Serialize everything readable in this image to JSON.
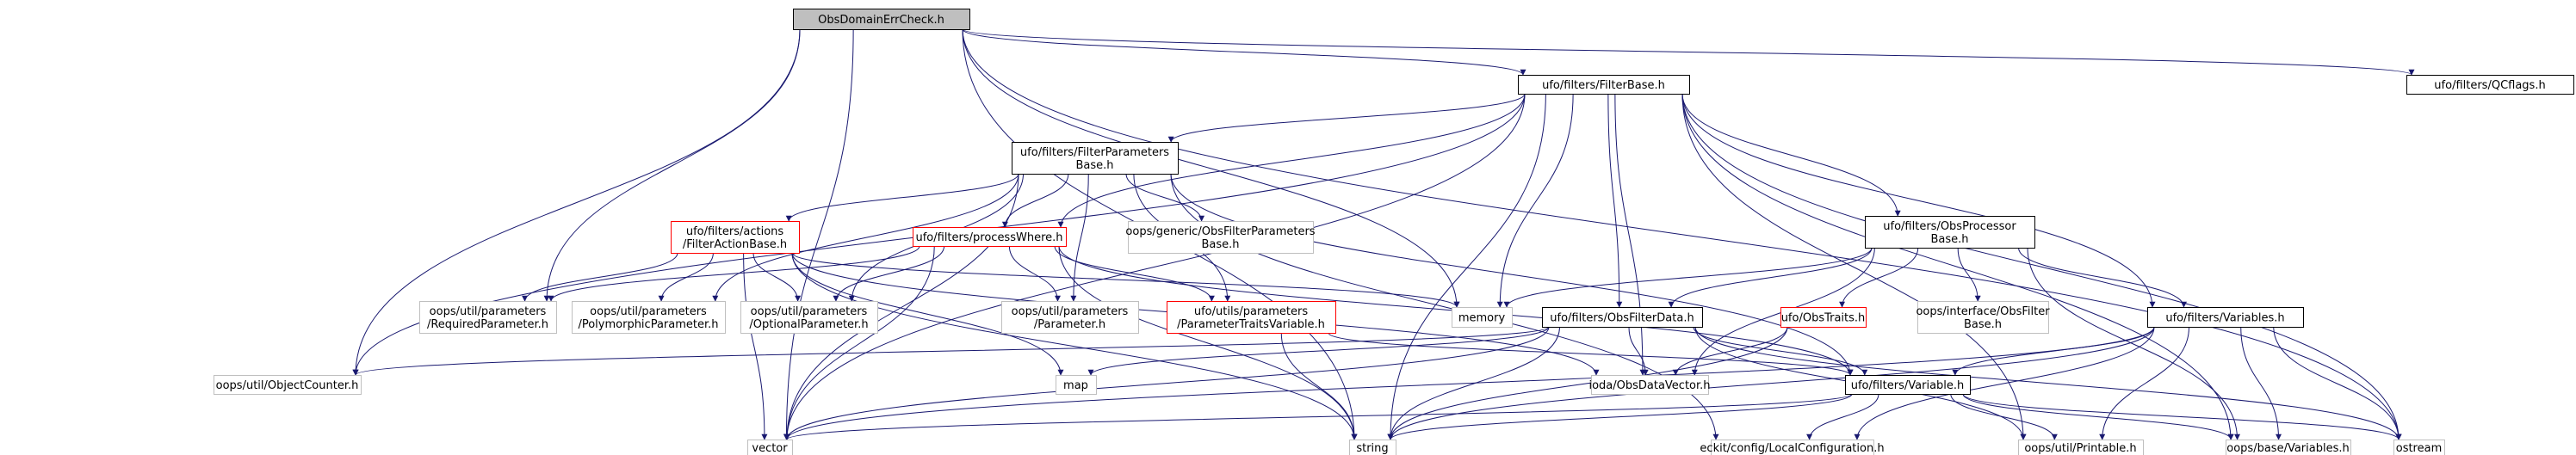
{
  "graph": {
    "colors": {
      "edge": "#191970",
      "root_fill": "#bfbfbf",
      "box_border": "#000000",
      "link_border_red": "#ff0000",
      "external_border": "#bfbfbf",
      "text": "#000000"
    },
    "nodes": {
      "root": {
        "lines": [
          "ObsDomainErrCheck.h"
        ],
        "kind": "root"
      },
      "filterbase": {
        "lines": [
          "ufo/filters/FilterBase.h"
        ],
        "kind": "doc"
      },
      "qcflags": {
        "lines": [
          "ufo/filters/QCflags.h"
        ],
        "kind": "doc"
      },
      "filterparams": {
        "lines": [
          "ufo/filters/FilterParameters",
          "Base.h"
        ],
        "kind": "doc"
      },
      "obsprocessor": {
        "lines": [
          "ufo/filters/ObsProcessor",
          "Base.h"
        ],
        "kind": "doc"
      },
      "actionbase": {
        "lines": [
          "ufo/filters/actions",
          "/FilterActionBase.h"
        ],
        "kind": "truncated"
      },
      "processwhere": {
        "lines": [
          "ufo/filters/processWhere.h"
        ],
        "kind": "truncated"
      },
      "genericparams": {
        "lines": [
          "oops/generic/ObsFilterParameters",
          "Base.h"
        ],
        "kind": "external"
      },
      "requiredparam": {
        "lines": [
          "oops/util/parameters",
          "/RequiredParameter.h"
        ],
        "kind": "external"
      },
      "polymorphicparam": {
        "lines": [
          "oops/util/parameters",
          "/PolymorphicParameter.h"
        ],
        "kind": "external"
      },
      "optionalparam": {
        "lines": [
          "oops/util/parameters",
          "/OptionalParameter.h"
        ],
        "kind": "external"
      },
      "parameter": {
        "lines": [
          "oops/util/parameters",
          "/Parameter.h"
        ],
        "kind": "external"
      },
      "paramtraits": {
        "lines": [
          "ufo/utils/parameters",
          "/ParameterTraitsVariable.h"
        ],
        "kind": "truncated"
      },
      "memory": {
        "lines": [
          "memory"
        ],
        "kind": "external"
      },
      "obsfilterdata": {
        "lines": [
          "ufo/filters/ObsFilterData.h"
        ],
        "kind": "doc"
      },
      "obstraits": {
        "lines": [
          "ufo/ObsTraits.h"
        ],
        "kind": "truncated"
      },
      "interfacebase": {
        "lines": [
          "oops/interface/ObsFilter",
          "Base.h"
        ],
        "kind": "external"
      },
      "variablesh": {
        "lines": [
          "ufo/filters/Variables.h"
        ],
        "kind": "doc"
      },
      "objectcounter": {
        "lines": [
          "oops/util/ObjectCounter.h"
        ],
        "kind": "external"
      },
      "map": {
        "lines": [
          "map"
        ],
        "kind": "external"
      },
      "iodavector": {
        "lines": [
          "ioda/ObsDataVector.h"
        ],
        "kind": "external"
      },
      "variableh": {
        "lines": [
          "ufo/filters/Variable.h"
        ],
        "kind": "doc"
      },
      "vector": {
        "lines": [
          "vector"
        ],
        "kind": "external"
      },
      "string": {
        "lines": [
          "string"
        ],
        "kind": "external"
      },
      "localconfig": {
        "lines": [
          "eckit/config/LocalConfiguration.h"
        ],
        "kind": "external"
      },
      "printable": {
        "lines": [
          "oops/util/Printable.h"
        ],
        "kind": "external"
      },
      "basevariables": {
        "lines": [
          "oops/base/Variables.h"
        ],
        "kind": "external"
      },
      "ostream": {
        "lines": [
          "ostream"
        ],
        "kind": "external"
      }
    },
    "edges": [
      [
        "root",
        "filterbase"
      ],
      [
        "root",
        "qcflags"
      ],
      [
        "root",
        "memory"
      ],
      [
        "root",
        "requiredparam"
      ],
      [
        "root",
        "objectcounter"
      ],
      [
        "root",
        "vector"
      ],
      [
        "root",
        "string"
      ],
      [
        "root",
        "ostream"
      ],
      [
        "filterbase",
        "filterparams"
      ],
      [
        "filterbase",
        "obsprocessor"
      ],
      [
        "filterbase",
        "processwhere"
      ],
      [
        "filterbase",
        "obsfilterdata"
      ],
      [
        "filterbase",
        "variablesh"
      ],
      [
        "filterbase",
        "objectcounter"
      ],
      [
        "filterbase",
        "iodavector"
      ],
      [
        "filterbase",
        "memory"
      ],
      [
        "filterbase",
        "string"
      ],
      [
        "filterbase",
        "vector"
      ],
      [
        "filterbase",
        "printable"
      ],
      [
        "filterbase",
        "basevariables"
      ],
      [
        "filterbase",
        "ostream"
      ],
      [
        "filterparams",
        "actionbase"
      ],
      [
        "filterparams",
        "processwhere"
      ],
      [
        "filterparams",
        "genericparams"
      ],
      [
        "filterparams",
        "optionalparam"
      ],
      [
        "filterparams",
        "polymorphicparam"
      ],
      [
        "filterparams",
        "parameter"
      ],
      [
        "filterparams",
        "paramtraits"
      ],
      [
        "filterparams",
        "variableh"
      ],
      [
        "filterparams",
        "localconfig"
      ],
      [
        "filterparams",
        "vector"
      ],
      [
        "obsprocessor",
        "obsfilterdata"
      ],
      [
        "obsprocessor",
        "obstraits"
      ],
      [
        "obsprocessor",
        "interfacebase"
      ],
      [
        "obsprocessor",
        "variablesh"
      ],
      [
        "obsprocessor",
        "memory"
      ],
      [
        "obsprocessor",
        "iodavector"
      ],
      [
        "obsprocessor",
        "basevariables"
      ],
      [
        "actionbase",
        "requiredparam"
      ],
      [
        "actionbase",
        "polymorphicparam"
      ],
      [
        "actionbase",
        "optionalparam"
      ],
      [
        "actionbase",
        "memory"
      ],
      [
        "actionbase",
        "vector"
      ],
      [
        "actionbase",
        "string"
      ],
      [
        "actionbase",
        "map"
      ],
      [
        "actionbase",
        "iodavector"
      ],
      [
        "processwhere",
        "requiredparam"
      ],
      [
        "processwhere",
        "optionalparam"
      ],
      [
        "processwhere",
        "parameter"
      ],
      [
        "processwhere",
        "paramtraits"
      ],
      [
        "processwhere",
        "variableh"
      ],
      [
        "processwhere",
        "vector"
      ],
      [
        "processwhere",
        "string"
      ],
      [
        "paramtraits",
        "variableh"
      ],
      [
        "paramtraits",
        "string"
      ],
      [
        "obsfilterdata",
        "objectcounter"
      ],
      [
        "obsfilterdata",
        "map"
      ],
      [
        "obsfilterdata",
        "iodavector"
      ],
      [
        "obsfilterdata",
        "variableh"
      ],
      [
        "obsfilterdata",
        "vector"
      ],
      [
        "obsfilterdata",
        "string"
      ],
      [
        "obsfilterdata",
        "printable"
      ],
      [
        "obsfilterdata",
        "ostream"
      ],
      [
        "obstraits",
        "iodavector"
      ],
      [
        "obstraits",
        "string"
      ],
      [
        "variablesh",
        "variableh"
      ],
      [
        "variablesh",
        "vector"
      ],
      [
        "variablesh",
        "string"
      ],
      [
        "variablesh",
        "localconfig"
      ],
      [
        "variablesh",
        "printable"
      ],
      [
        "variablesh",
        "basevariables"
      ],
      [
        "variablesh",
        "ostream"
      ],
      [
        "variableh",
        "vector"
      ],
      [
        "variableh",
        "string"
      ],
      [
        "variableh",
        "localconfig"
      ],
      [
        "variableh",
        "printable"
      ],
      [
        "variableh",
        "basevariables"
      ],
      [
        "variableh",
        "ostream"
      ]
    ]
  }
}
